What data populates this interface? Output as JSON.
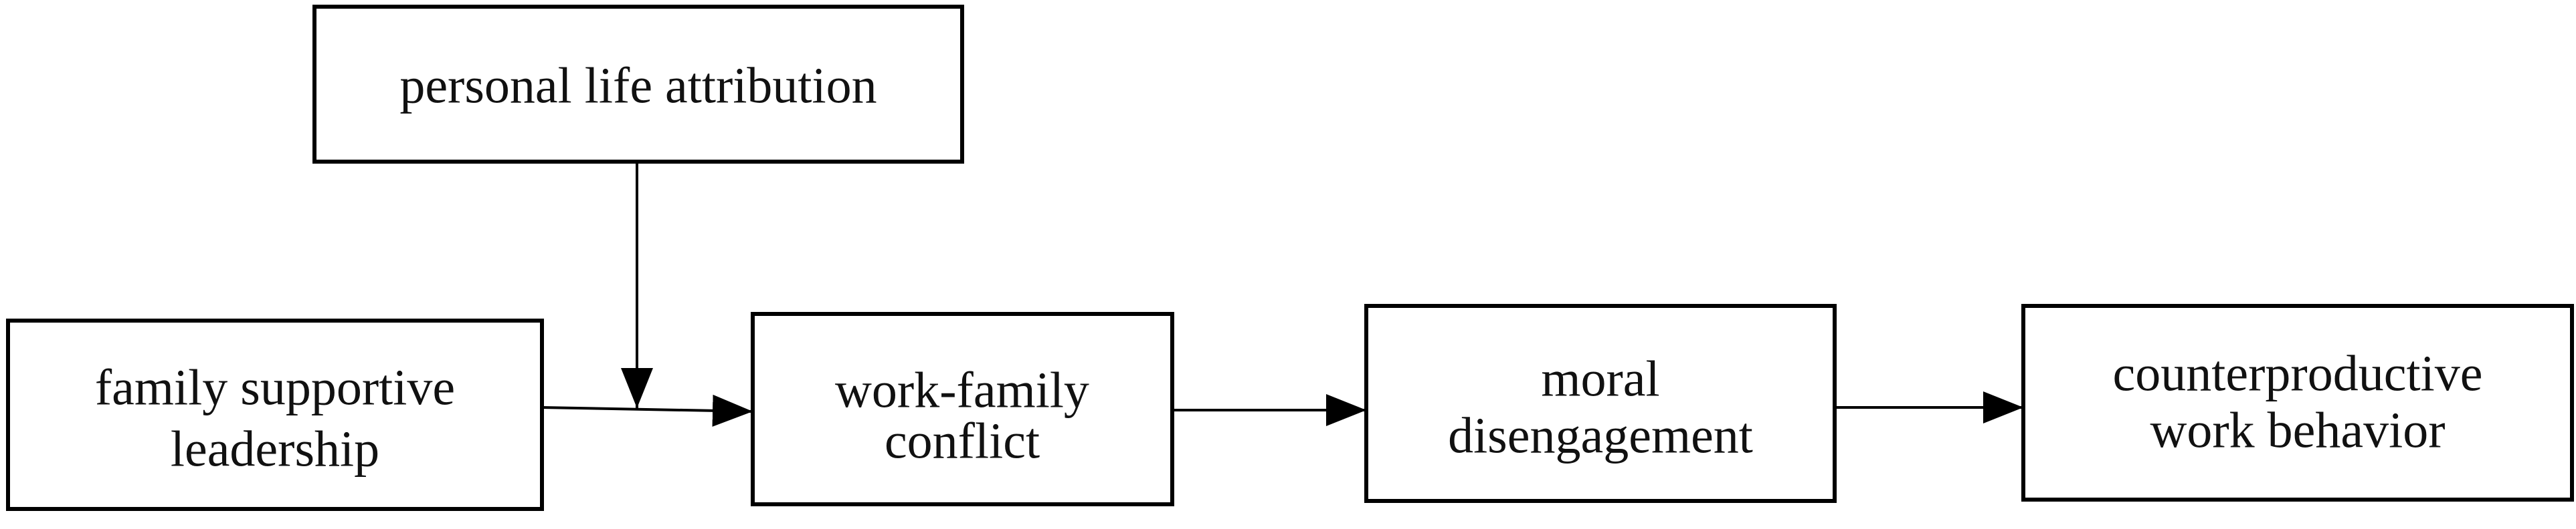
{
  "diagram": {
    "nodes": [
      {
        "id": "personal-life-attribution",
        "lines": [
          "personal life attribution"
        ]
      },
      {
        "id": "family-supportive-leadership",
        "lines": [
          "family supportive",
          "leadership"
        ]
      },
      {
        "id": "work-family-conflict",
        "lines": [
          "work-family",
          "conflict"
        ]
      },
      {
        "id": "moral-disengagement",
        "lines": [
          "moral",
          "disengagement"
        ]
      },
      {
        "id": "counterproductive-work-behavior",
        "lines": [
          "counterproductive",
          "work behavior"
        ]
      }
    ],
    "edges": [
      {
        "from": "family-supportive-leadership",
        "to": "work-family-conflict",
        "kind": "direct"
      },
      {
        "from": "personal-life-attribution",
        "to": "family-supportive-leadership->work-family-conflict",
        "kind": "moderation"
      },
      {
        "from": "work-family-conflict",
        "to": "moral-disengagement",
        "kind": "direct"
      },
      {
        "from": "moral-disengagement",
        "to": "counterproductive-work-behavior",
        "kind": "direct"
      }
    ]
  }
}
